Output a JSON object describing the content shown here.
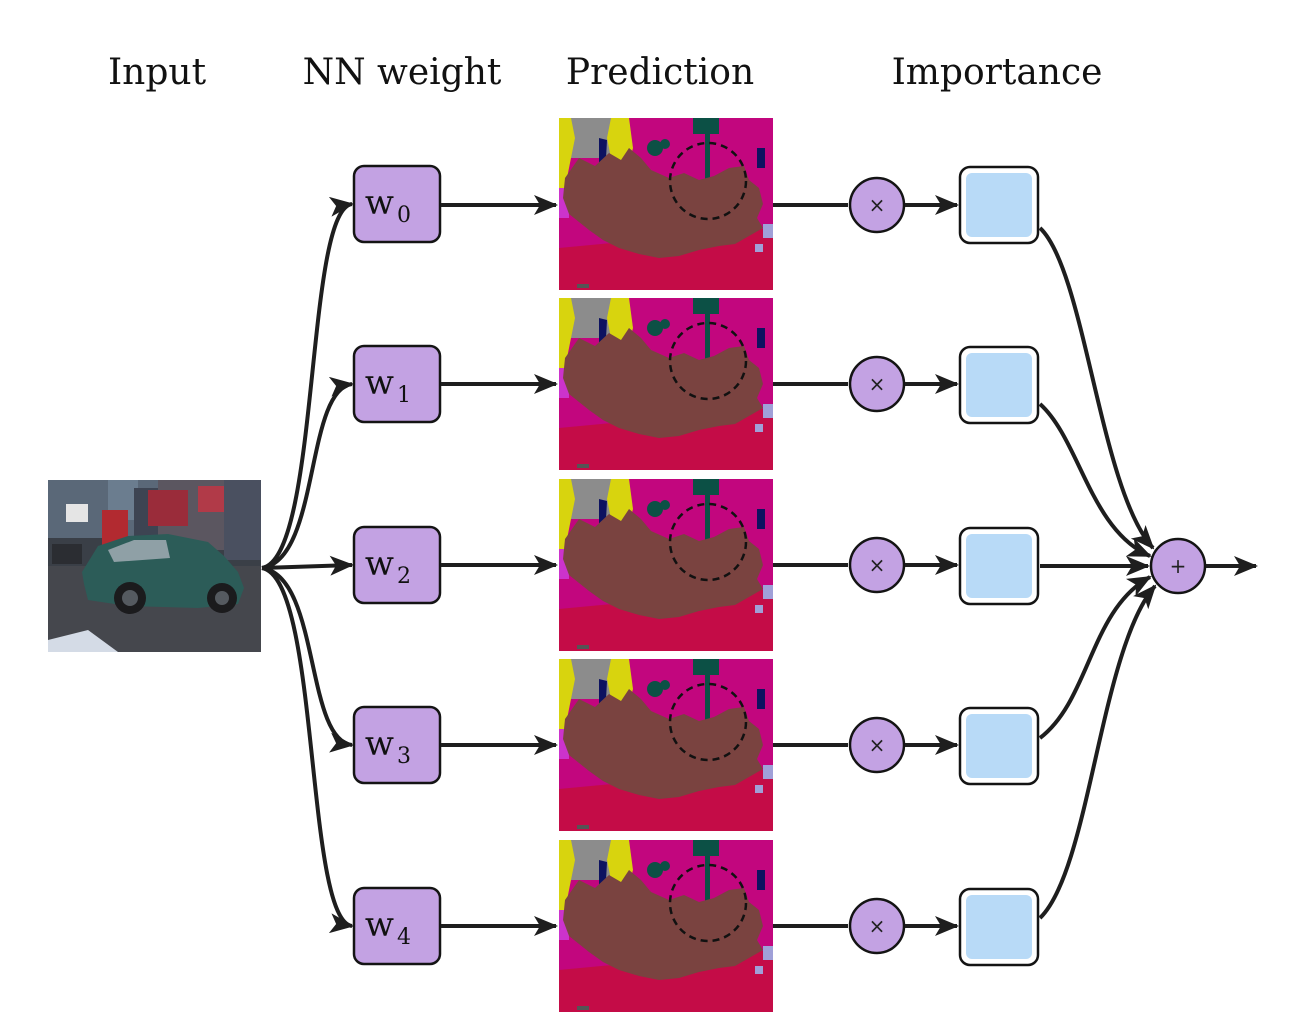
{
  "headers": {
    "input": "Input",
    "nn_weight": "NN weight",
    "prediction": "Prediction",
    "importance": "Importance"
  },
  "weights": [
    {
      "base": "w",
      "sub": "0"
    },
    {
      "base": "w",
      "sub": "1"
    },
    {
      "base": "w",
      "sub": "2"
    },
    {
      "base": "w",
      "sub": "3"
    },
    {
      "base": "w",
      "sub": "4"
    }
  ],
  "multiply_symbol": "×",
  "sum_symbol": "+",
  "colors": {
    "weight_fill": "#c3a2e3",
    "importance_fill": "#b8daf7",
    "stroke": "#1e1e1e",
    "seg_road": "#c40c47",
    "seg_building": "#7a4340",
    "seg_sky": "#c2067e",
    "seg_yellow": "#d8d40e",
    "seg_grey": "#8c8c8c",
    "seg_teal": "#0c5045",
    "seg_navy": "#0d1260",
    "seg_magenta": "#cc33cc",
    "seg_lavender": "#a0a0d8"
  },
  "icons": {
    "input_image": "street-photo-car",
    "prediction_image": "segmentation-map",
    "highlight": "dashed-circle"
  }
}
